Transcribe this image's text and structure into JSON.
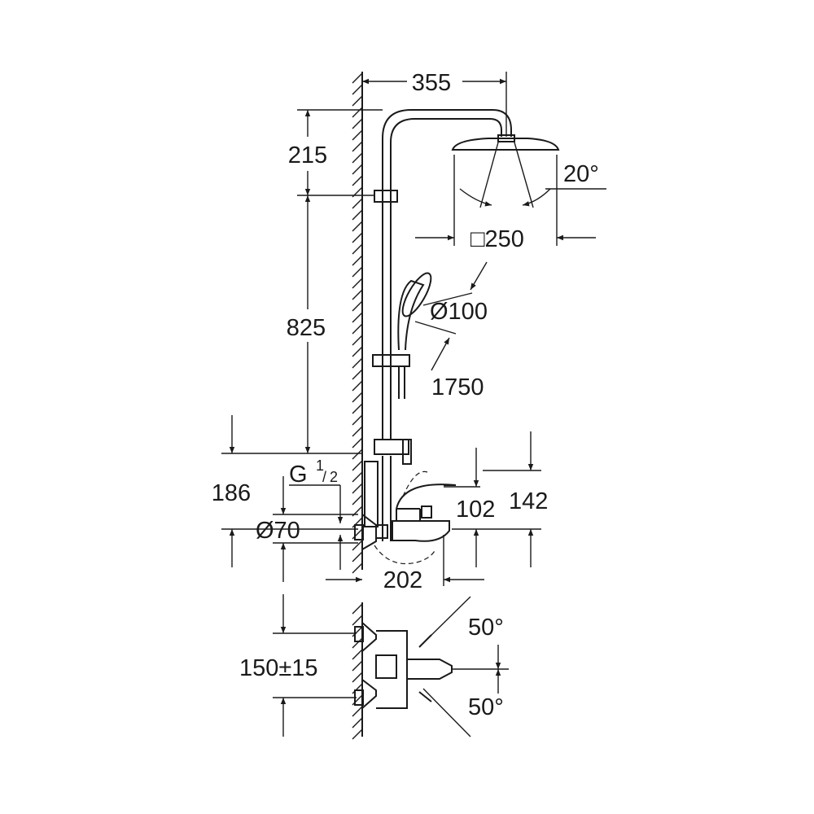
{
  "title": "Shower system dimension drawing",
  "dimensions": {
    "width_top": "355",
    "height_arm": "215",
    "height_rail": "825",
    "head_angle": "20°",
    "head_size": "□250",
    "hand_diameter": "Ø100",
    "hose_length": "1750",
    "thread": "G",
    "thread_num": "1",
    "thread_den": "2",
    "height_mixer": "186",
    "rosette_diameter": "Ø70",
    "spout_height_low": "102",
    "spout_height_high": "142",
    "spout_projection": "202",
    "lever_angle_up": "50°",
    "lever_angle_down": "50°",
    "centres": "150±15"
  }
}
